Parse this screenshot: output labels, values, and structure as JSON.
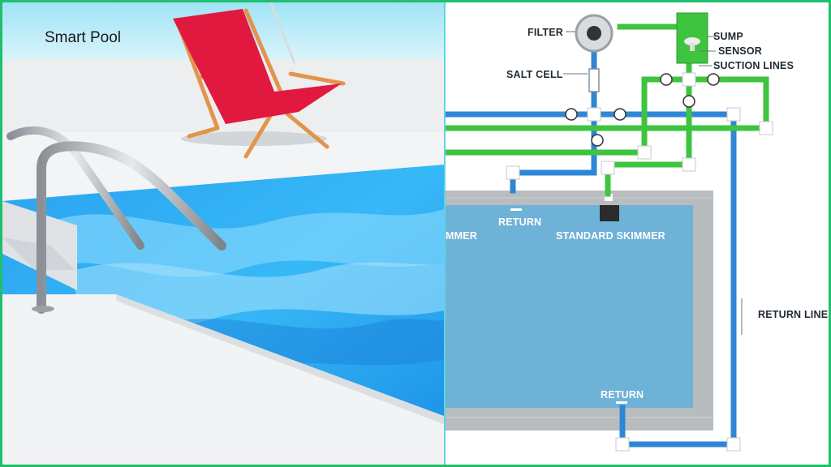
{
  "title": "Smart Pool",
  "labels": {
    "filter": "FILTER",
    "sump": "SUMP",
    "sensor": "SENSOR",
    "suction_lines": "SUCTION LINES",
    "salt_cell": "SALT CELL",
    "return_top": "RETURN",
    "skimmer_left": "MMER",
    "standard_skimmer": "STANDARD SKIMMER",
    "return_line": "RETURN LINE",
    "return_bottom": "RETURN"
  },
  "colors": {
    "frame": "#1fbf6e",
    "return_pipe": "#2f86d6",
    "suction_pipe": "#3ec43e",
    "pool_water": "#6fb2d8",
    "pool_coping": "#b9bcbf"
  }
}
